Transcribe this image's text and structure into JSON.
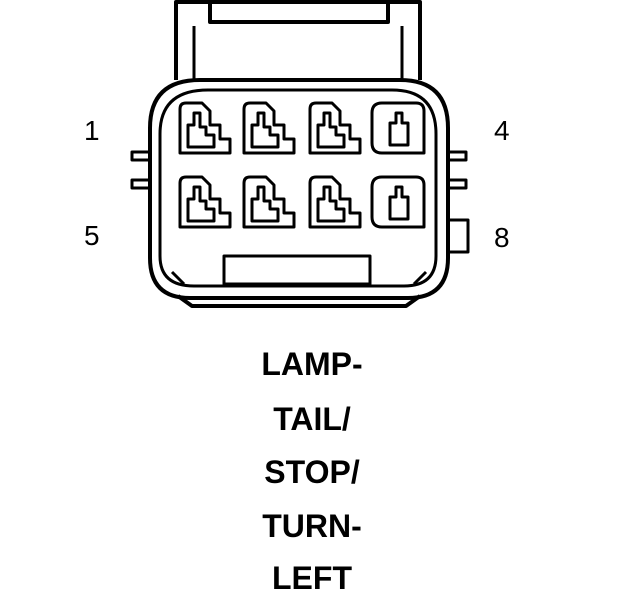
{
  "connector": {
    "pin_labels": {
      "top_left": "1",
      "top_right": "4",
      "bottom_left": "5",
      "bottom_right": "8"
    }
  },
  "caption": {
    "lines": [
      "LAMP-",
      "TAIL/",
      "STOP/",
      "TURN-",
      "LEFT"
    ]
  }
}
